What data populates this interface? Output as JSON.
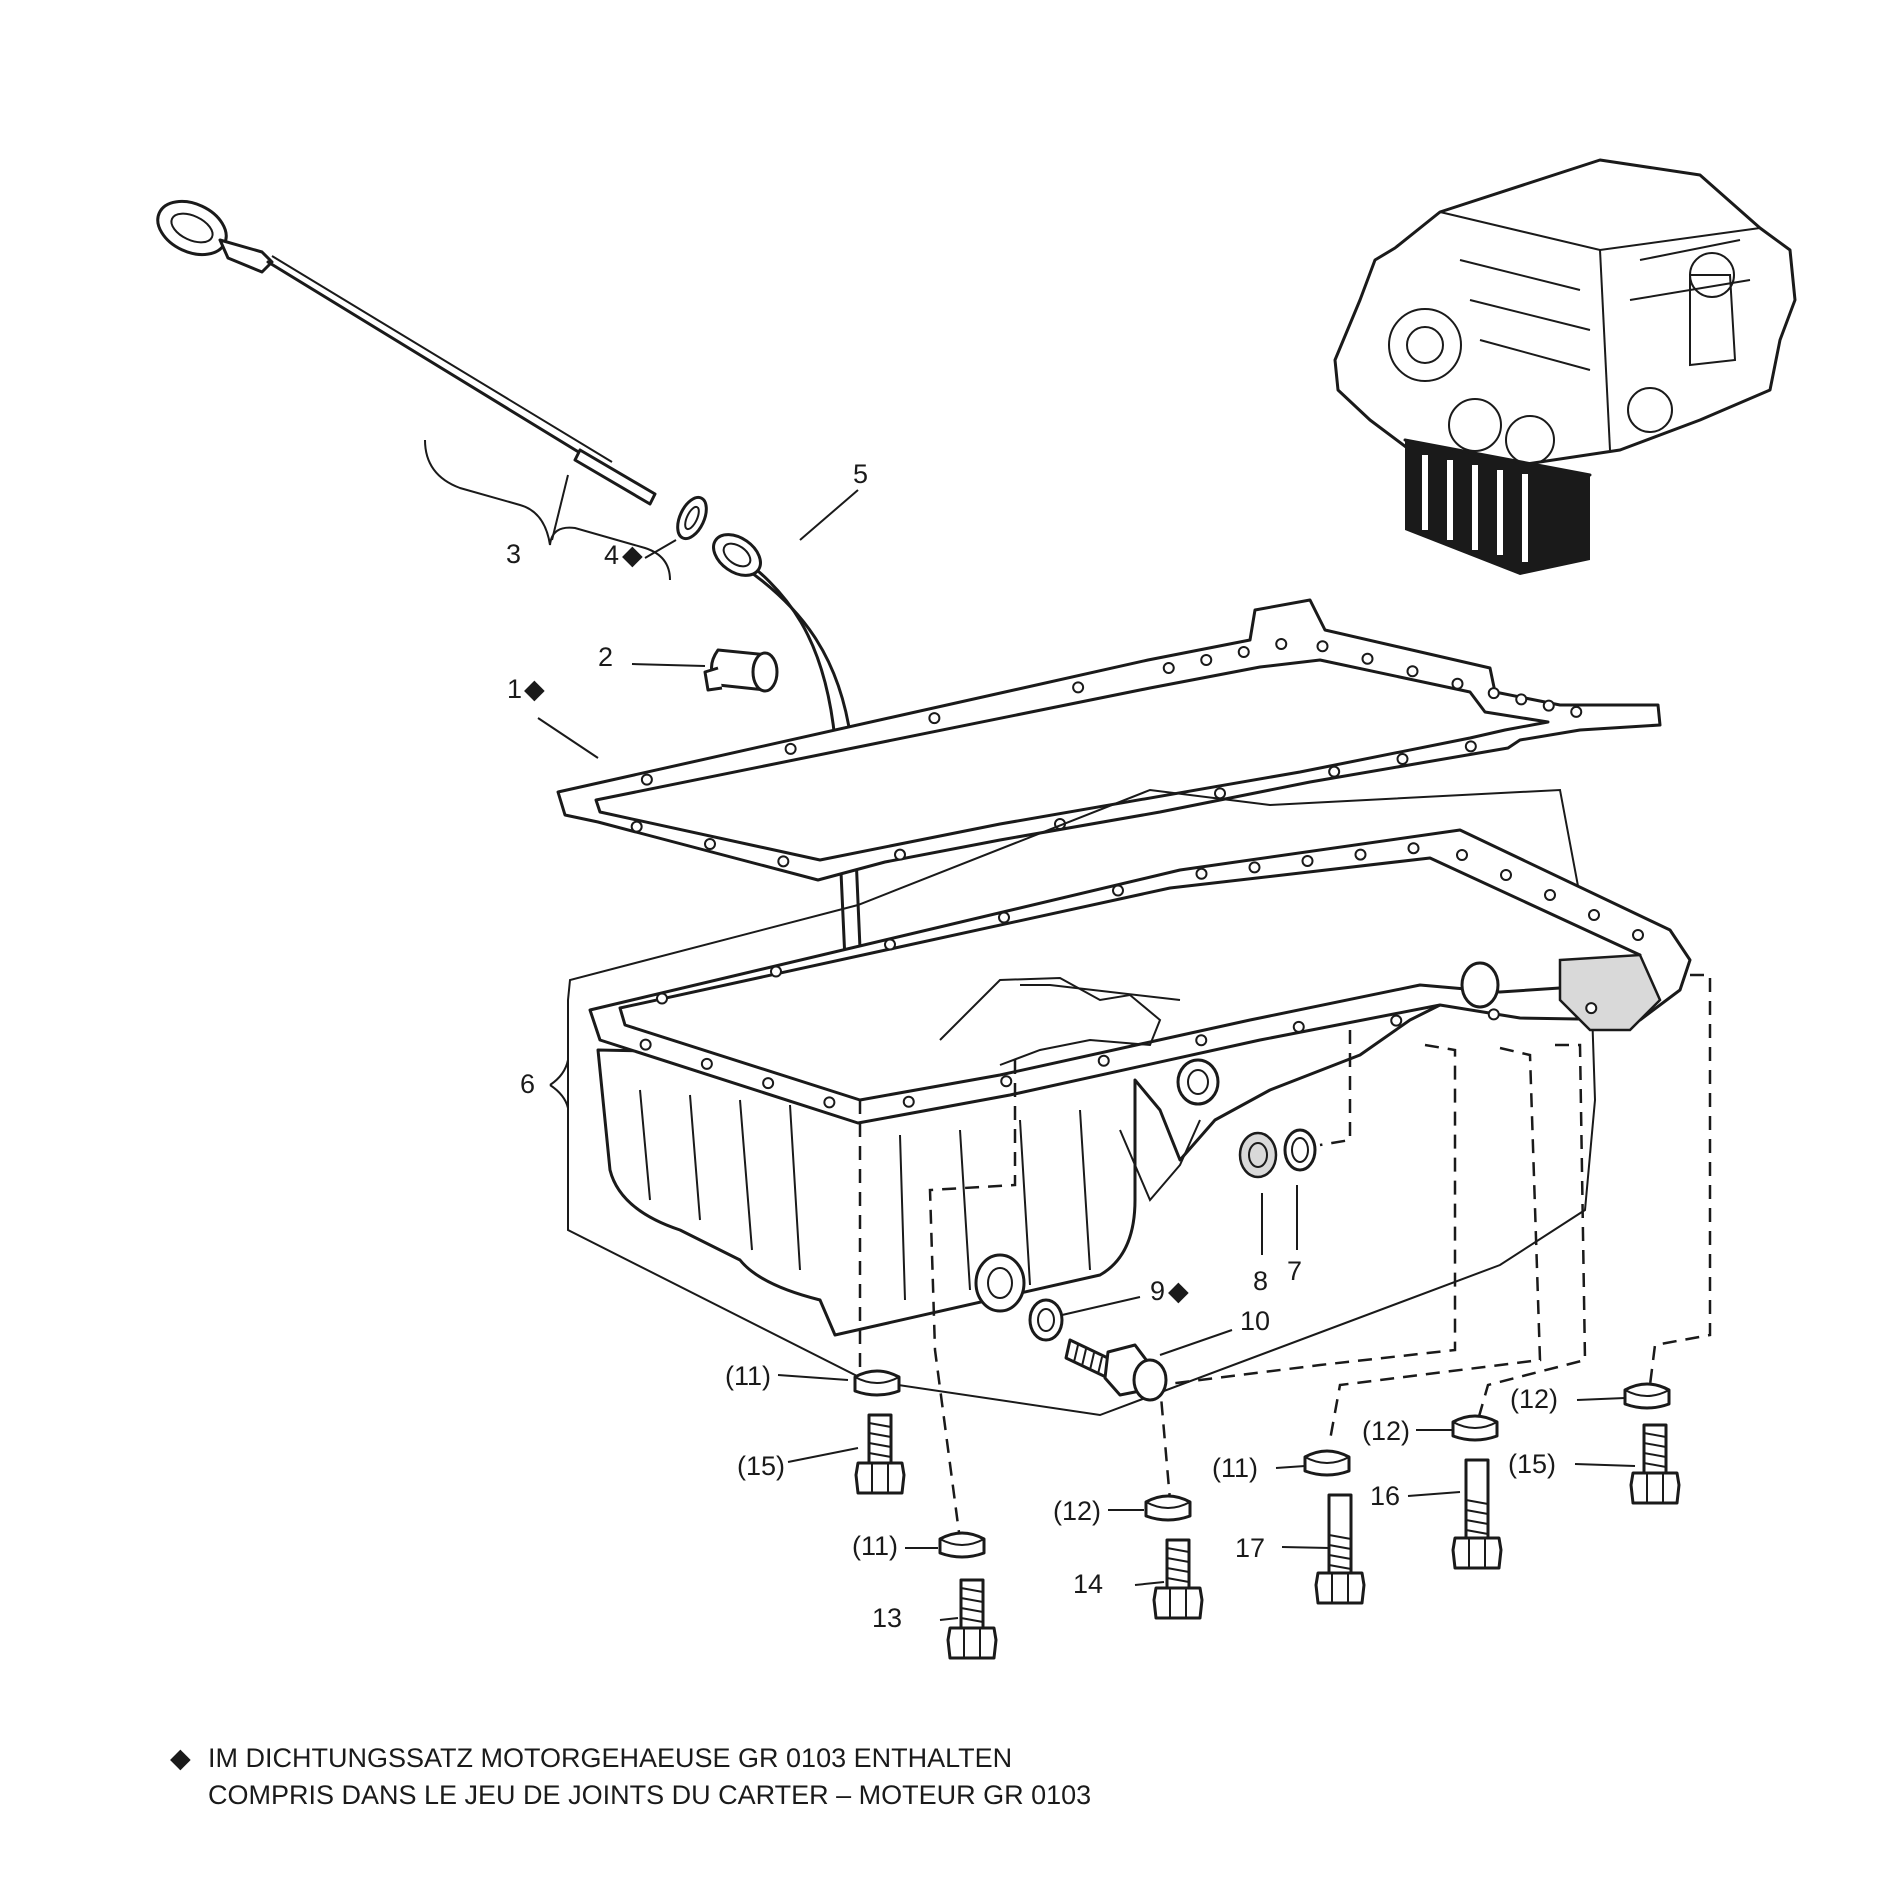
{
  "callouts": {
    "c1": "1",
    "c2": "2",
    "c3": "3",
    "c4": "4",
    "c5": "5",
    "c6": "6",
    "c7": "7",
    "c8": "8",
    "c9": "9",
    "c10": "10",
    "c11a": "(11)",
    "c11b": "(11)",
    "c11c": "(11)",
    "c12a": "(12)",
    "c12b": "(12)",
    "c12c": "(12)",
    "c13": "13",
    "c14": "14",
    "c15a": "(15)",
    "c15b": "(15)",
    "c16": "16",
    "c17": "17"
  },
  "gasket_set_mark": "◆",
  "footnote": {
    "mark": "◆",
    "line1": "IM DICHTUNGSSATZ MOTORGEHAEUSE GR 0103 ENTHALTEN",
    "line2": "COMPRIS DANS LE JEU DE JOINTS DU CARTER – MOTEUR GR 0103"
  }
}
